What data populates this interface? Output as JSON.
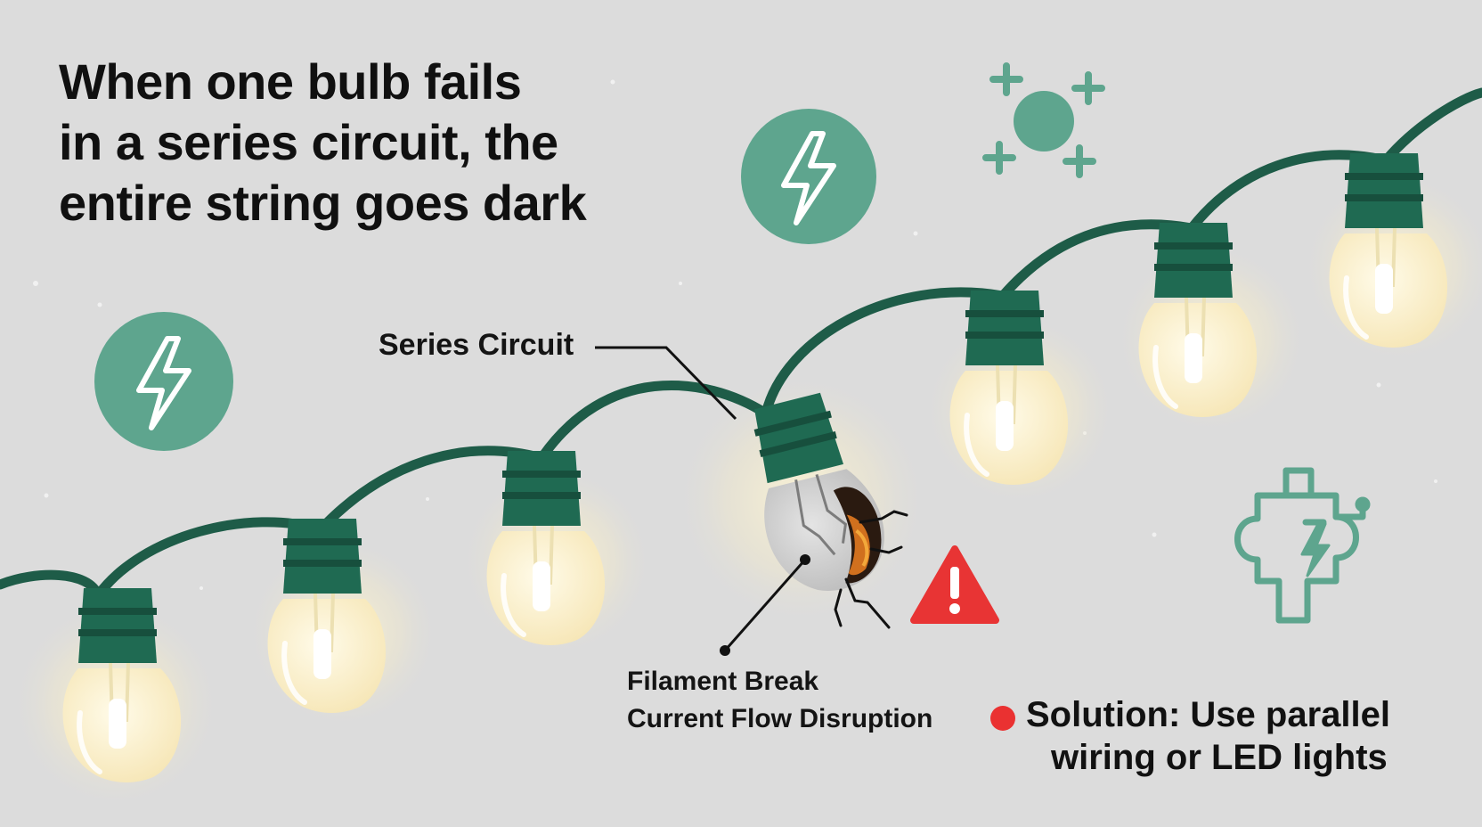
{
  "headline": {
    "line1": "When one bulb fails",
    "line2": "in a series circuit, the",
    "line3": "entire string goes dark"
  },
  "labels": {
    "series_circuit": "Series Circuit",
    "filament_break": "Filament Break",
    "current_disruption": "Current Flow Disruption"
  },
  "solution": {
    "line1": "Solution: Use parallel",
    "line2": "wiring or LED lights"
  },
  "icons": [
    "lightning-circle-icon",
    "sparkle-cluster-icon",
    "warning-triangle-icon",
    "circuit-lightning-icon"
  ],
  "colors": {
    "background": "#dcdcdc",
    "wire": "#1e5c48",
    "socket": "#1f6a52",
    "bulb_glow": "#fbf1cf",
    "accent_teal": "#5ea58e",
    "warning_red": "#e83434",
    "scorch": "#d0701e"
  }
}
